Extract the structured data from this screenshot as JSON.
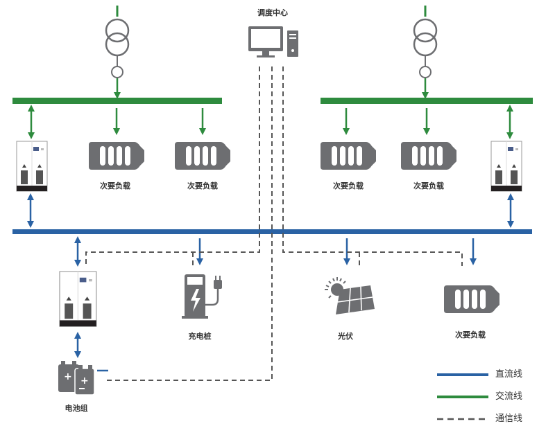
{
  "labels": {
    "dispatch_center": "调度中心",
    "secondary_load_1": "次要负载",
    "secondary_load_2": "次要负载",
    "secondary_load_3": "次要负载",
    "secondary_load_4": "次要负载",
    "secondary_load_5": "次要负载",
    "charging_pile": "充电桩",
    "photovoltaic": "光伏",
    "battery_pack": "电池组"
  },
  "legend": [
    {
      "label": "直流线",
      "color": "#2a62a4",
      "style": "solid"
    },
    {
      "label": "交流线",
      "color": "#2e8b3e",
      "style": "solid"
    },
    {
      "label": "通信线",
      "color": "#555555",
      "style": "dashed"
    }
  ],
  "colors": {
    "dc": "#2a62a4",
    "ac": "#2e8b3e",
    "comm": "#555555",
    "device": "#6d6e71"
  }
}
